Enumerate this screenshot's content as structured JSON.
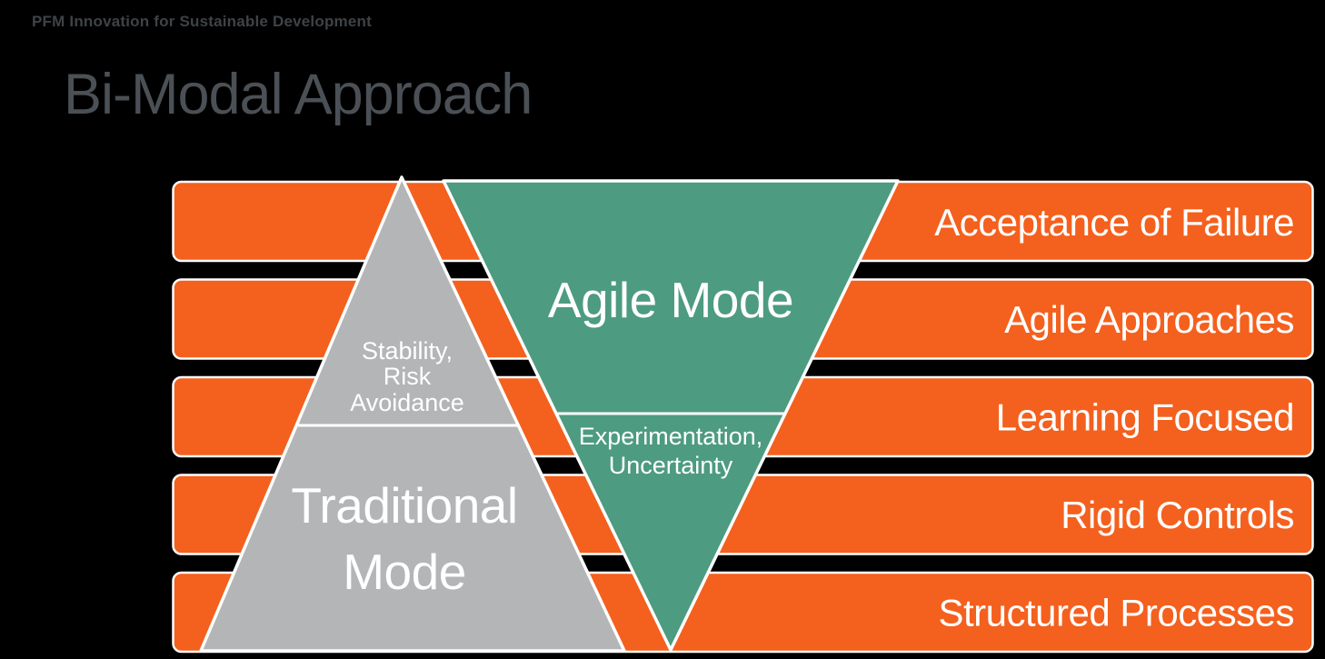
{
  "header": {
    "kicker": "PFM Innovation for Sustainable Development",
    "title": "Bi-Modal Approach"
  },
  "diagram": {
    "bars": [
      "Acceptance of Failure",
      "Agile Approaches",
      "Learning Focused",
      "Rigid Controls",
      "Structured Processes"
    ],
    "traditional": {
      "title_lines": [
        "Traditional",
        "Mode"
      ],
      "subtitle_lines": [
        "Stability,",
        "Risk",
        "Avoidance"
      ]
    },
    "agile": {
      "title": "Agile Mode",
      "subtitle_lines": [
        "Experimentation,",
        "Uncertainty"
      ]
    }
  },
  "colors": {
    "background": "#000000",
    "orange": "#F4601E",
    "green": "#4D9B80",
    "gray": "#B3B5B7",
    "white": "#FFFFFF",
    "title_text": "#4A5055",
    "kicker_text": "#3E4347"
  }
}
